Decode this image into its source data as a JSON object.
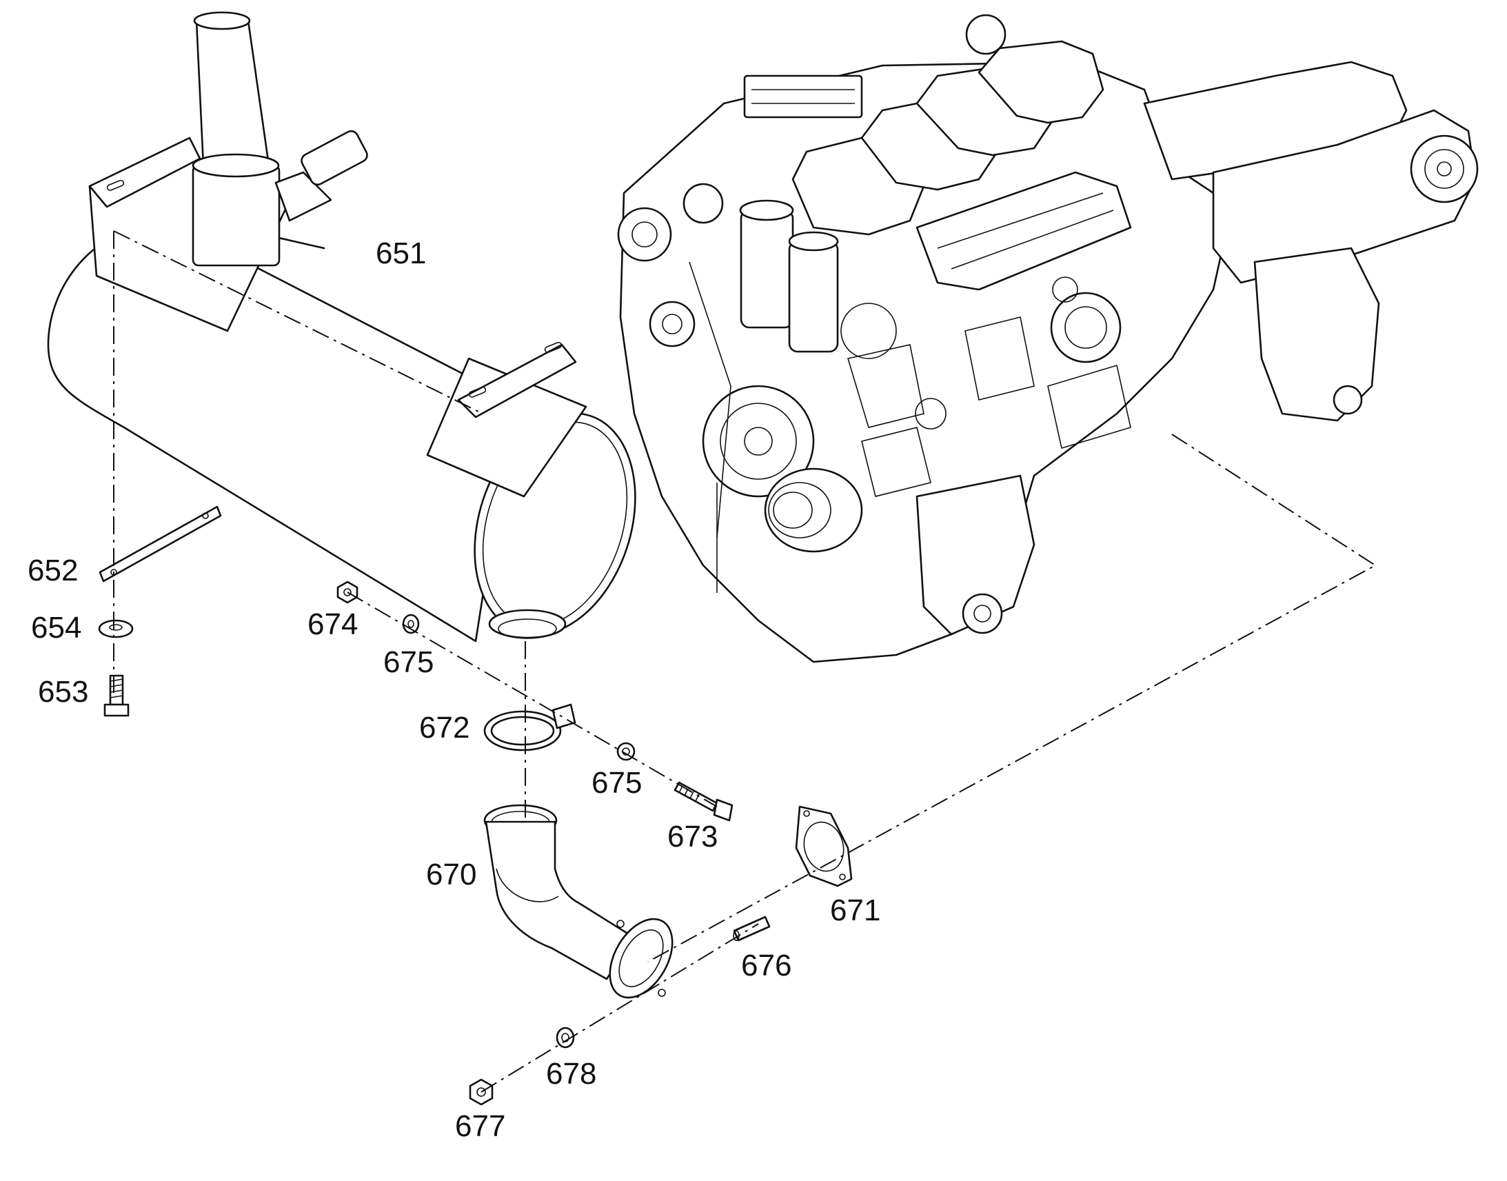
{
  "colors": {
    "line": "#111111",
    "background": "#ffffff"
  },
  "callouts": {
    "p651": "651",
    "p652": "652",
    "p654": "654",
    "p653": "653",
    "p674": "674",
    "p675a": "675",
    "p672": "672",
    "p675b": "675",
    "p673": "673",
    "p670": "670",
    "p671": "671",
    "p676": "676",
    "p678": "678",
    "p677": "677"
  }
}
